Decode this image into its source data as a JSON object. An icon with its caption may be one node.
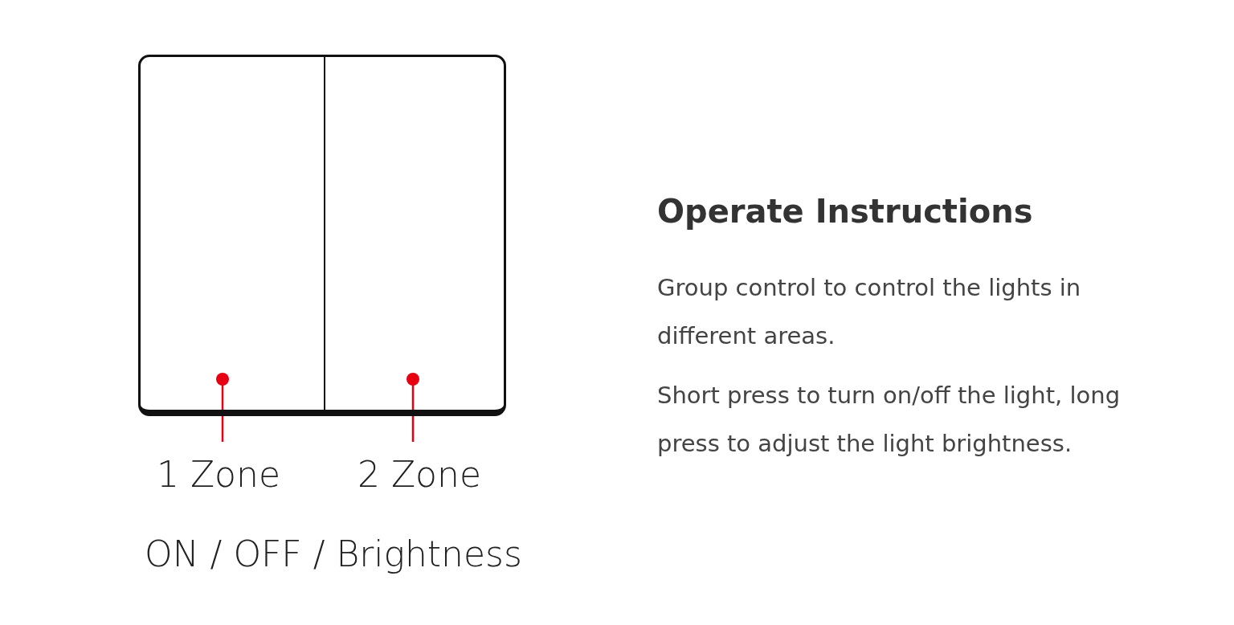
{
  "diagram": {
    "title": "Operate Instructions",
    "nodes": [
      {
        "text": [],
        "shape": "box"
      },
      {
        "text": [],
        "shape": "box",
        "in": 0
      },
      {
        "text": [],
        "shape": "box",
        "in": 0
      },
      {
        "text": [
          "1 Zone"
        ]
      },
      {
        "text": [
          "2 Zone"
        ]
      }
    ],
    "edges": [
      {
        "from": 3,
        "to": 1,
        "arrow": "other",
        "color": "#e60012"
      },
      {
        "from": 4,
        "to": 2,
        "arrow": "other",
        "color": "#e60012"
      }
    ],
    "labels": [
      "ON / OFF / Brightness",
      "Group control to control the lights in different areas.",
      "Short press to turn on/off the light, long press to adjust the light brightness."
    ]
  }
}
